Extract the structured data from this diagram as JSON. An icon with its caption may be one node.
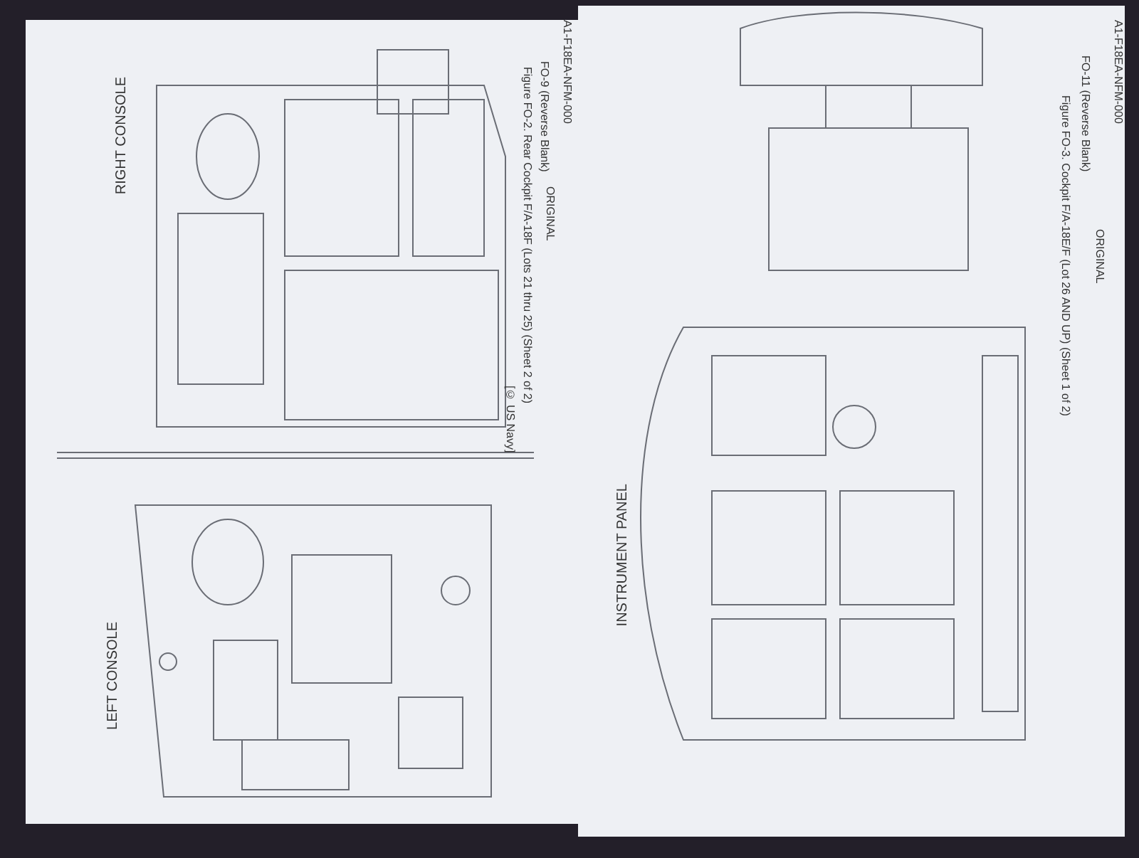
{
  "diagram": {
    "labels": [
      "A1-F18EA-NFM-000",
      "ORIGINAL",
      "FO-9 (Reverse Blank)",
      "Figure FO-2. Rear Cockpit F/A-18F (Lots 21 thru 25) (Sheet 2 of 2)",
      "RIGHT CONSOLE",
      "LEFT CONSOLE",
      "[© US Navy]",
      "A1-F18EA-NFM-000",
      "ORIGINAL",
      "FO-11 (Reverse Blank)",
      "Figure FO-3. Cockpit F/A-18E/F (Lot 26 AND UP) (Sheet 1 of 2)",
      "INSTRUMENT PANEL"
    ]
  }
}
